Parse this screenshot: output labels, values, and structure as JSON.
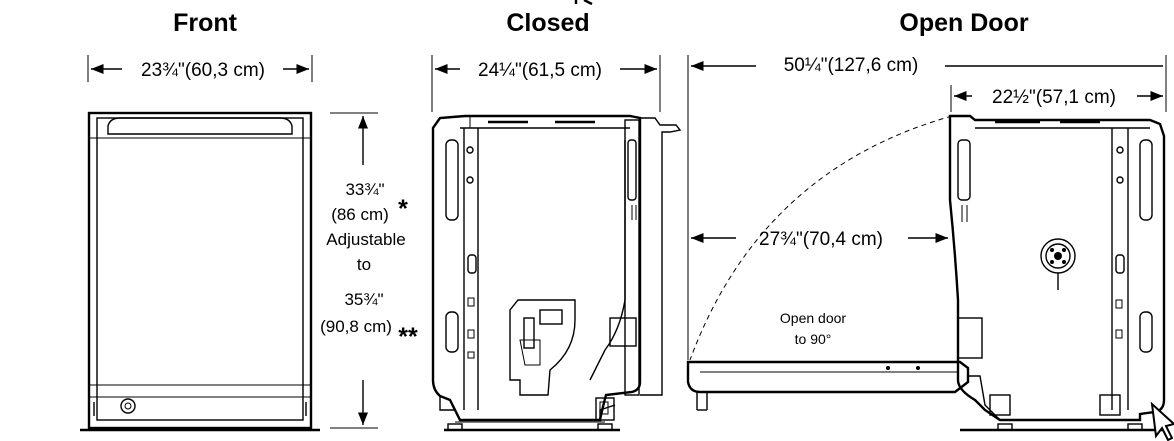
{
  "views": {
    "front": {
      "title": "Front",
      "width_label": "23¾\"(60,3 cm)",
      "height_line1": "33¾\"",
      "height_line2": "(86 cm)",
      "star1": "*",
      "height_line3": "Adjustable",
      "height_line4": "to",
      "height_line5": "35¾\"",
      "height_line6": "(90,8 cm)",
      "star2": "**"
    },
    "closed": {
      "title": "Closed",
      "depth_label": "24¼\"(61,5 cm)"
    },
    "open_door": {
      "title": "Open Door",
      "total_depth_label": "50¼\"(127,6 cm)",
      "cabinet_depth_label": "22½\"(57,1 cm)",
      "door_label": "27¾\"(70,4 cm)",
      "note_line1": "Open door",
      "note_line2": "to 90°"
    }
  }
}
